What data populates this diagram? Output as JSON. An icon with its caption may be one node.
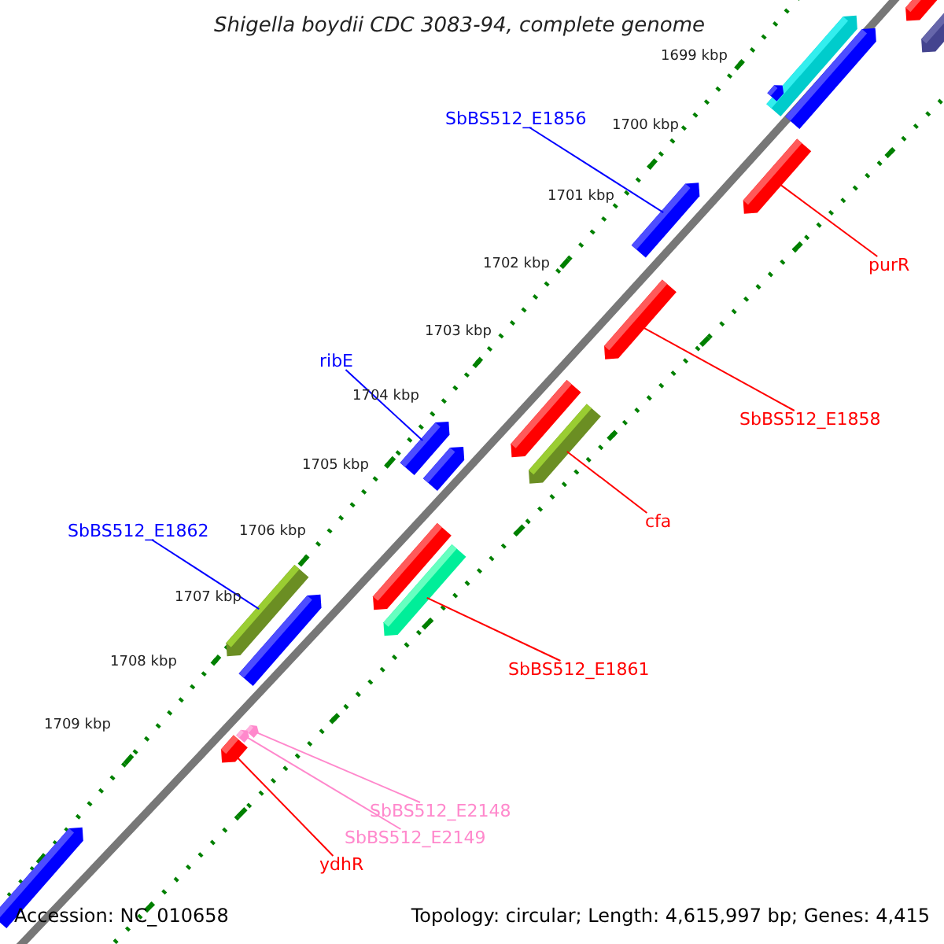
{
  "diagram": {
    "title": "Shigella boydii CDC 3083-94, complete genome",
    "nodes": [
      {
        "text": [
          "SbBS512_E1856"
        ]
      },
      {
        "text": [],
        "shape": "bar"
      },
      {
        "text": [
          "purR"
        ]
      },
      {
        "text": [],
        "shape": "bar"
      },
      {
        "text": [
          "SbBS512_E1858"
        ]
      },
      {
        "text": [],
        "shape": "bar"
      },
      {
        "text": [
          "ribE"
        ]
      },
      {
        "text": [],
        "shape": "bar"
      },
      {
        "text": [
          "cfa"
        ]
      },
      {
        "text": [],
        "shape": "bar"
      },
      {
        "text": [
          "SbBS512_E1862"
        ]
      },
      {
        "text": [],
        "shape": "bar"
      },
      {
        "text": [
          "SbBS512_E1861"
        ]
      },
      {
        "text": [],
        "shape": "bar"
      },
      {
        "text": [
          "SbBS512_E2148"
        ]
      },
      {
        "text": [],
        "shape": "bar"
      },
      {
        "text": [
          "SbBS512_E2149"
        ]
      },
      {
        "text": [],
        "shape": "bar"
      },
      {
        "text": [
          "ydhR"
        ]
      },
      {
        "text": [],
        "shape": "bar"
      }
    ],
    "edges": [
      {
        "from": 0,
        "to": 1,
        "arrow": "none",
        "color": "#0000ff"
      },
      {
        "from": 2,
        "to": 3,
        "arrow": "none",
        "color": "#ff0000"
      },
      {
        "from": 4,
        "to": 5,
        "arrow": "none",
        "color": "#ff0000"
      },
      {
        "from": 6,
        "to": 7,
        "arrow": "none",
        "color": "#0000ff"
      },
      {
        "from": 8,
        "to": 9,
        "arrow": "none",
        "color": "#ff0000"
      },
      {
        "from": 10,
        "to": 11,
        "arrow": "none",
        "color": "#0000ff"
      },
      {
        "from": 12,
        "to": 13,
        "arrow": "none",
        "color": "#ff0000"
      },
      {
        "from": 14,
        "to": 15,
        "arrow": "none",
        "color": "#ff88cc"
      },
      {
        "from": 16,
        "to": 17,
        "arrow": "none",
        "color": "#ff88cc"
      },
      {
        "from": 18,
        "to": 19,
        "arrow": "none",
        "color": "#ff0000"
      }
    ],
    "labels": [
      "1699 kbp",
      "1700 kbp",
      "1701 kbp",
      "1702 kbp",
      "1703 kbp",
      "1704 kbp",
      "1705 kbp",
      "1706 kbp",
      "1707 kbp",
      "1708 kbp",
      "1709 kbp",
      "Accession: NC_010658",
      "Topology: circular; Length: 4,615,997 bp; Genes: 4,415"
    ]
  }
}
